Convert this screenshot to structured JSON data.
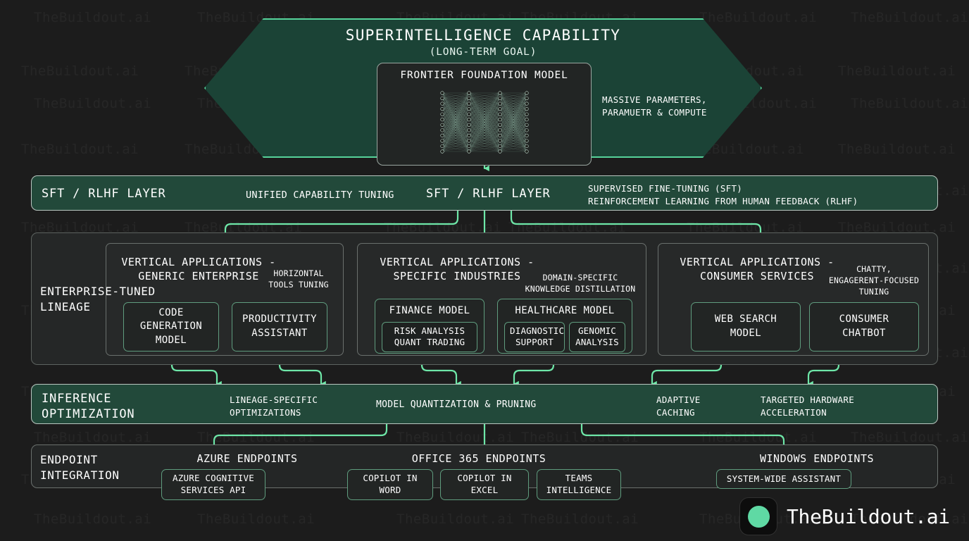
{
  "watermark": {
    "text": "TheBuildout.ai"
  },
  "hero": {
    "title": "SUPERINTELLIGENCE CAPABILITY",
    "subtitle": "(LONG-TERM GOAL)",
    "foundation_title": "FRONTIER FOUNDATION MODEL",
    "note_line1": "MASSIVE PARAMETERS,",
    "note_line2": "PARAMUETR & COMPUTE",
    "neural_icon": "neural-network-icon"
  },
  "sft_band": {
    "label": "SFT / RLHF LAYER",
    "note_center": "UNIFIED CAPABILITY TUNING",
    "label2": "SFT / RLHF LAYER",
    "note_right_line1": "SUPERVISED FINE-TUNING (SFT)",
    "note_right_line2": "REINFORCEMENT LEARNING FROM HUMAN FEEDBACK (RLHF)"
  },
  "lineage": {
    "label_line1": "ENTERPRISE-TUNED",
    "label_line2": "LINEAGE",
    "groups": [
      {
        "title_line1": "VERTICAL APPLICATIONS -",
        "title_line2": "GENERIC ENTERPRISE",
        "note_line1": "HORIZONTAL",
        "note_line2": "TOOLS TUNING",
        "boxes": [
          {
            "title": "CODE\nGENERATION\nMODEL",
            "subchips": []
          },
          {
            "title": "PRODUCTIVITY\nASSISTANT",
            "subchips": []
          }
        ]
      },
      {
        "title_line1": "VERTICAL APPLICATIONS -",
        "title_line2": "SPECIFIC INDUSTRIES",
        "note_line1": "DOMAIN-SPECIFIC",
        "note_line2": "KNOWLEDGE DISTILLATION",
        "boxes": [
          {
            "title": "FINANCE MODEL",
            "subchips": [
              "RISK ANALYSIS\nQUANT TRADING"
            ]
          },
          {
            "title": "HEALTHCARE MODEL",
            "subchips": [
              "DIAGNOSTIC\nSUPPORT",
              "GENOMIC\nANALYSIS"
            ]
          }
        ]
      },
      {
        "title_line1": "VERTICAL APPLICATIONS -",
        "title_line2": "CONSUMER SERVICES",
        "note_line1": "CHATTY,",
        "note_line2": "ENGAGERENT-FOCUSED",
        "note_line3": "TUNING",
        "boxes": [
          {
            "title": "WEB SEARCH\nMODEL",
            "subchips": []
          },
          {
            "title": "CONSUMER\nCHATBOT",
            "subchips": []
          }
        ]
      }
    ]
  },
  "inference_band": {
    "label_line1": "INFERENCE",
    "label_line2": "OPTIMIZATION",
    "note1_line1": "LINEAGE-SPECIFIC",
    "note1_line2": "OPTIMIZATIONS",
    "note_center": "MODEL QUANTIZATION & PRUNING",
    "note3_line1": "ADAPTIVE",
    "note3_line2": "CACHING",
    "note4_line1": "TARGETED HARDWARE",
    "note4_line2": "ACCELERATION"
  },
  "endpoints": {
    "label_line1": "ENDPOINT",
    "label_line2": "INTEGRATION",
    "groups": [
      {
        "title": "AZURE ENDPOINTS",
        "chips": [
          "AZURE COGNITIVE\nSERVICES API"
        ]
      },
      {
        "title": "OFFICE 365 ENDPOINTS",
        "chips": [
          "COPILOT IN\nWORD",
          "COPILOT IN\nEXCEL",
          "TEAMS\nINTELLIGENCE"
        ]
      },
      {
        "title": "WINDOWS ENDPOINTS",
        "chips": [
          "SYSTEM-WIDE ASSISTANT"
        ]
      }
    ]
  },
  "logo": {
    "text": "TheBuildout.ai",
    "mark": "circle-logo-icon"
  },
  "colors": {
    "accent_green": "#6ee7a8",
    "band_green": "#22493a",
    "hex_green": "#1b4336",
    "hex_border": "#56d39a",
    "background": "#1c1c1c",
    "box_border": "#5f9c7e"
  }
}
